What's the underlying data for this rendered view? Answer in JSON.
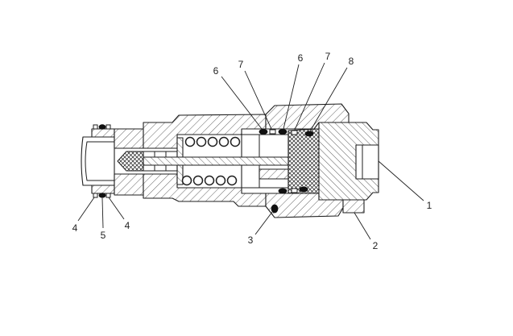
{
  "colors": {
    "line": "#1f1f1f",
    "background": "#ffffff",
    "seal": "#111111"
  },
  "callouts": [
    {
      "label": "6"
    },
    {
      "label": "7"
    },
    {
      "label": "6"
    },
    {
      "label": "7"
    },
    {
      "label": "8"
    },
    {
      "label": "1"
    },
    {
      "label": "2"
    },
    {
      "label": "3"
    },
    {
      "label": "4"
    },
    {
      "label": "5"
    },
    {
      "label": "4"
    }
  ]
}
